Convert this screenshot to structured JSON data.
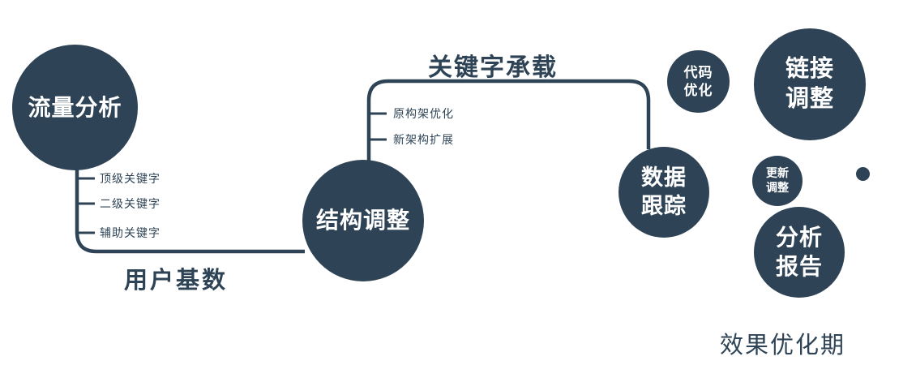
{
  "colors": {
    "primary": "#2e4355",
    "text_on_node": "#ffffff"
  },
  "nodes": {
    "traffic_analysis": {
      "label": "流量分析"
    },
    "structure_adjust": {
      "label": "结构调整"
    },
    "data_tracking": {
      "line1": "数据",
      "line2": "跟踪"
    },
    "code_optimization": {
      "line1": "代码",
      "line2": "优化"
    },
    "link_adjustment": {
      "line1": "链接",
      "line2": "调整"
    },
    "update_adjustment": {
      "line1": "更新",
      "line2": "调整"
    },
    "analysis_report": {
      "line1": "分析",
      "line2": "报告"
    }
  },
  "edge_labels": {
    "user_base": "用户基数",
    "keyword_carry": "关键字承载"
  },
  "branches": {
    "traffic": [
      "顶级关键字",
      "二级关键字",
      "辅助关键字"
    ],
    "structure": [
      "原构架优化",
      "新架构扩展"
    ]
  },
  "caption": "效果优化期"
}
